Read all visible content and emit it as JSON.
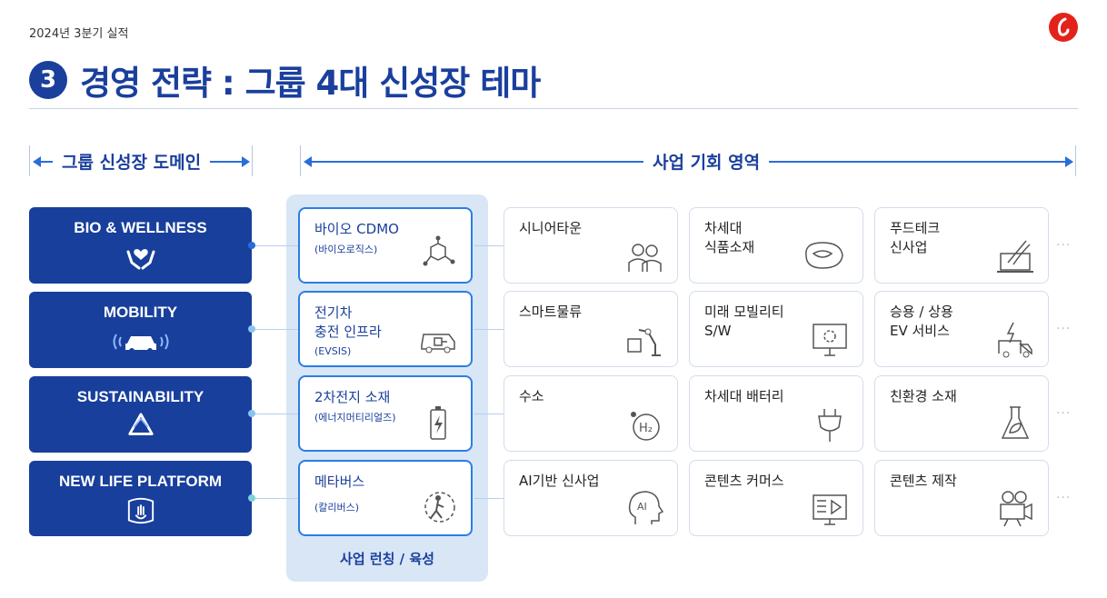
{
  "header": {
    "subtitle": "2024년 3분기 실적",
    "title_number": "3",
    "title": "경영 전략 : 그룹 4대 신성장 테마"
  },
  "sections": {
    "domain_label": "그룹 신성장 도메인",
    "opportunity_label": "사업 기회 영역"
  },
  "domains": [
    {
      "label": "BIO & WELLNESS",
      "icon": "heart-hands-icon"
    },
    {
      "label": "MOBILITY",
      "icon": "car-signal-icon"
    },
    {
      "label": "SUSTAINABILITY",
      "icon": "recycle-icon"
    },
    {
      "label": "NEW LIFE PLATFORM",
      "icon": "vr-platform-icon"
    }
  ],
  "launch": {
    "label": "사업 런칭 / 육성",
    "items": [
      {
        "title": "바이오 CDMO",
        "sub": "(바이오로직스)",
        "icon": "molecule-icon"
      },
      {
        "title": "전기차\n충전 인프라",
        "sub": "(EVSIS)",
        "icon": "ev-charger-icon"
      },
      {
        "title": "2차전지 소재",
        "sub": "(에너지머티리얼즈)",
        "icon": "battery-icon"
      },
      {
        "title": "메타버스",
        "sub": "(칼리버스)",
        "icon": "metaverse-icon"
      }
    ]
  },
  "opportunities": [
    [
      {
        "title": "시니어타운",
        "icon": "senior-icon"
      },
      {
        "title": "차세대\n식품소재",
        "icon": "meat-icon"
      },
      {
        "title": "푸드테크\n신사업",
        "icon": "dna-laptop-icon"
      }
    ],
    [
      {
        "title": "스마트물류",
        "icon": "robot-arm-icon"
      },
      {
        "title": "미래 모빌리티\nS/W",
        "icon": "monitor-gear-icon"
      },
      {
        "title": "승용 / 상용\nEV 서비스",
        "icon": "ev-truck-icon"
      }
    ],
    [
      {
        "title": "수소",
        "icon": "hydrogen-icon"
      },
      {
        "title": "차세대 배터리",
        "icon": "plug-icon"
      },
      {
        "title": "친환경 소재",
        "icon": "flask-leaf-icon"
      }
    ],
    [
      {
        "title": "AI기반 신사업",
        "icon": "ai-head-icon"
      },
      {
        "title": "콘텐츠 커머스",
        "icon": "commerce-monitor-icon"
      },
      {
        "title": "콘텐츠 제작",
        "icon": "camera-icon"
      }
    ]
  ],
  "more_indicator": "···",
  "colors": {
    "navy": "#183f9c",
    "accent": "#2a7ee6",
    "panel": "#d8e6f6"
  }
}
